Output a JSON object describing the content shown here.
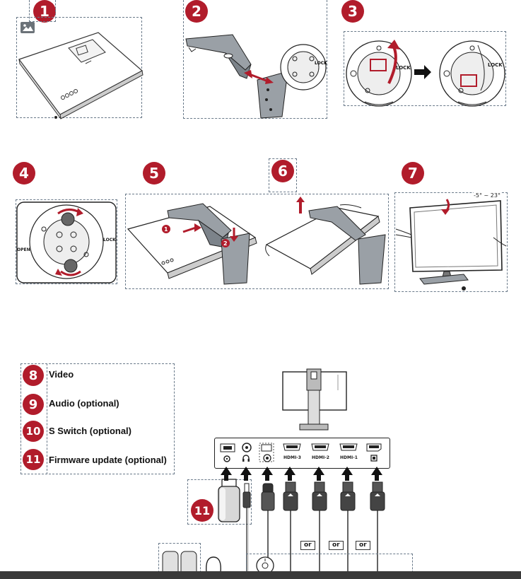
{
  "steps": {
    "s1": "1",
    "s2": "2",
    "s3": "3",
    "s4": "4",
    "s5": "5",
    "s6": "6",
    "s7": "7"
  },
  "step3": {
    "lock_left": "LOCK",
    "lock_right": "LOCK"
  },
  "step4": {
    "open": "OPEN",
    "lock": "LOCK"
  },
  "step5": {
    "mark1": "1",
    "mark2": "2"
  },
  "step7": {
    "tilt": "-5° ~ 23°"
  },
  "legend": [
    {
      "num": "8",
      "label": "Video"
    },
    {
      "num": "9",
      "label": "Audio (optional)"
    },
    {
      "num": "10",
      "label": "S Switch (optional)"
    },
    {
      "num": "11",
      "label": "Firmware update (optional)"
    }
  ],
  "callout11": "11",
  "ports": [
    "HDMI-3",
    "HDMI-2",
    "HDMI-1"
  ],
  "or_labels": [
    "or",
    "or",
    "or"
  ],
  "icons": [
    "image-icon",
    "usb-icon",
    "headphone-icon",
    "s-switch-icon",
    "hdmi-icon",
    "displayport-icon"
  ]
}
